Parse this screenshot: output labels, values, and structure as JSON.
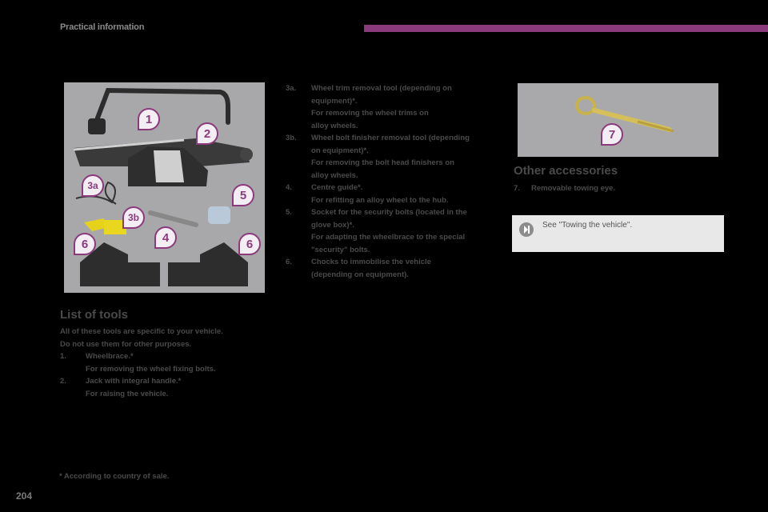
{
  "header": {
    "section_title": "Practical information",
    "accent_color": "#8b3a7b"
  },
  "figure_tools": {
    "labels": [
      "1",
      "2",
      "3a",
      "5",
      "3b",
      "4",
      "6",
      "6"
    ],
    "description": "Tool kit: wheelbrace, jack, wheel trim removal tool, wheel bolt finisher removal tool, centre guide, socket, chocks"
  },
  "figure_towing": {
    "label": "7",
    "description": "Removable towing eye"
  },
  "list_of_tools": {
    "title": "List of tools",
    "intro_1": "All of these tools are specific to your vehicle.",
    "intro_2": "Do not use them for other purposes.",
    "items": [
      {
        "num": "1.",
        "title": "Wheelbrace.*",
        "desc": "For removing the wheel fixing bolts."
      },
      {
        "num": "2.",
        "title": "Jack with integral handle.*",
        "desc": "For raising the vehicle."
      }
    ]
  },
  "list_continued": {
    "items": [
      {
        "num": "3a.",
        "title_1": "Wheel trim removal tool (depending on",
        "title_2": "equipment)*.",
        "desc_1": "For removing the wheel trims on",
        "desc_2": "alloy wheels."
      },
      {
        "num": "3b.",
        "title_1": "Wheel bolt finisher removal tool (depending",
        "title_2": "on equipment)*.",
        "desc_1": "For removing the bolt head finishers on",
        "desc_2": "alloy wheels."
      },
      {
        "num": "4.",
        "title_1": "Centre guide*.",
        "desc_1": "For refitting an alloy wheel to the hub."
      },
      {
        "num": "5.",
        "title_1": "Socket for the security bolts (located in the",
        "title_2": "glove box)*.",
        "desc_1": "For adapting the wheelbrace to the special",
        "desc_2": "\"security\" bolts."
      },
      {
        "num": "6.",
        "title_1": "Chocks to immobilise the vehicle",
        "title_2": "(depending on equipment)."
      }
    ]
  },
  "other_accessories": {
    "title": "Other accessories",
    "items": [
      {
        "num": "7.",
        "title": "Removable towing eye."
      }
    ]
  },
  "note": {
    "icon": "see-reference-icon",
    "text": "See \"Towing the vehicle\"."
  },
  "footnote": "* According to country of sale.",
  "page_number": "204"
}
